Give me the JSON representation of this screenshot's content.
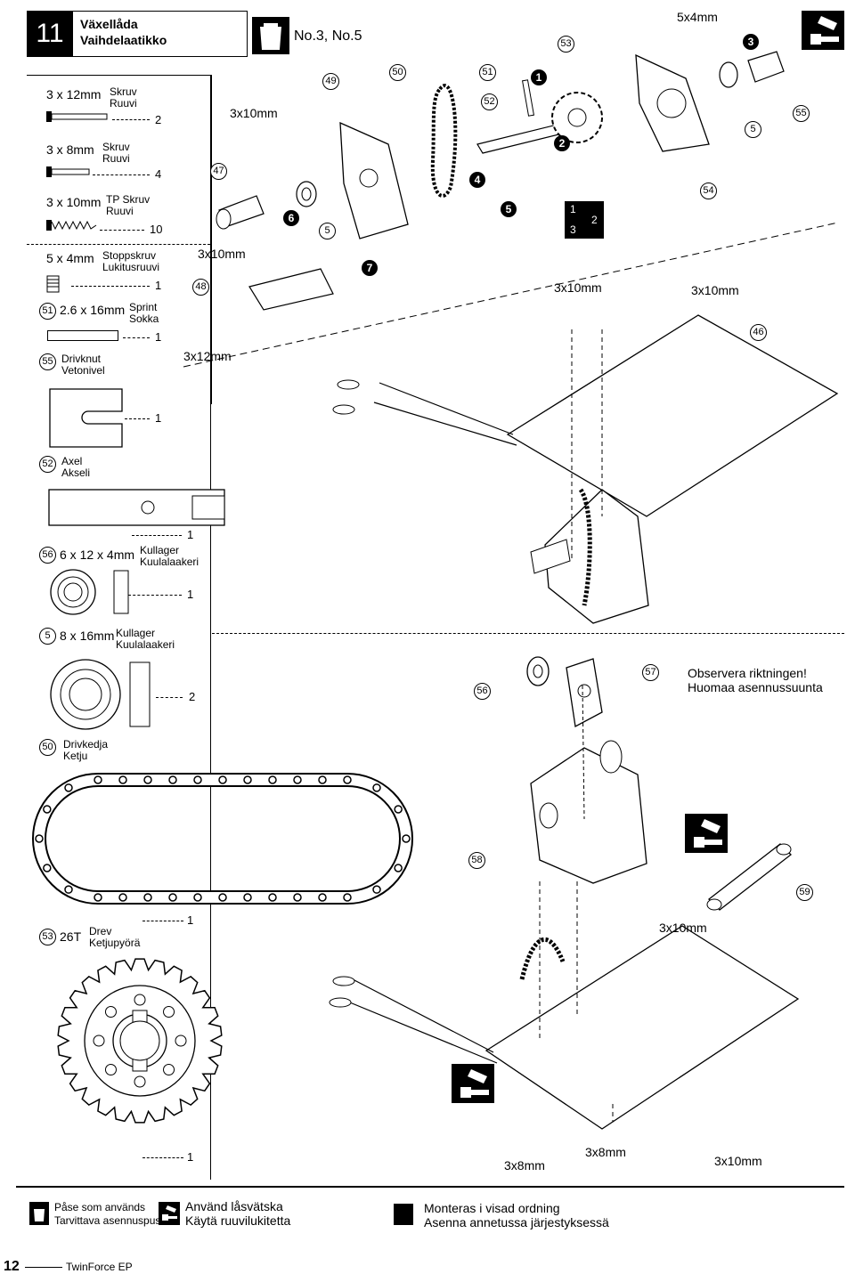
{
  "step": {
    "number": "11",
    "title_sv": "Växellåda",
    "title_fi": "Vaihdelaatikko",
    "bag_label": "No.3, No.5",
    "top_screw_label": "5x4mm"
  },
  "parts": {
    "screw_3x12": {
      "size": "3 x 12mm",
      "name_sv": "Skruv",
      "name_fi": "Ruuvi",
      "qty": "2"
    },
    "screw_3x8": {
      "size": "3 x 8mm",
      "name_sv": "Skruv",
      "name_fi": "Ruuvi",
      "qty": "4"
    },
    "tp_screw_3x10": {
      "size": "3 x 10mm",
      "name_sv": "TP Skruv",
      "name_fi": "Ruuvi",
      "qty": "10"
    },
    "set_screw_5x4": {
      "size": "5 x 4mm",
      "name_sv": "Stoppskruv",
      "name_fi": "Lukitusruuvi",
      "qty": "1"
    },
    "pin": {
      "num": "51",
      "size": "2.6 x 16mm",
      "name_sv": "Sprint",
      "name_fi": "Sokka",
      "qty": "1"
    },
    "drive_cup": {
      "num": "55",
      "name_sv": "Drivknut",
      "name_fi": "Vetonivel",
      "qty": "1"
    },
    "axle": {
      "num": "52",
      "name_sv": "Axel",
      "name_fi": "Akseli",
      "qty": "1"
    },
    "bearing_6": {
      "num": "56",
      "size": "6 x 12 x 4mm",
      "name_sv": "Kullager",
      "name_fi": "Kuulalaakeri",
      "qty": "1"
    },
    "bearing_8": {
      "num": "5",
      "size": "8 x 16mm",
      "name_sv": "Kullager",
      "name_fi": "Kuulalaakeri",
      "qty": "2"
    },
    "chain": {
      "num": "50",
      "name_sv": "Drivkedja",
      "name_fi": "Ketju"
    },
    "sprocket": {
      "num": "53",
      "teeth": "26T",
      "name_sv": "Drev",
      "name_fi": "Ketjupyörä",
      "qty": "1"
    }
  },
  "diagram_labels": {
    "l_3x10_a": "3x10mm",
    "l_3x10_b": "3x10mm",
    "l_3x12": "3x12mm",
    "l_3x10_c": "3x10mm",
    "l_3x10_d": "3x10mm",
    "l_3x10_e": "3x10mm",
    "l_3x8_a": "3x8mm",
    "l_3x8_b": "3x8mm",
    "l_3x10_f": "3x10mm",
    "n47": "47",
    "n48": "48",
    "n49": "49",
    "n50": "50",
    "n51": "51",
    "n52": "52",
    "n53": "53",
    "n54": "54",
    "n55": "55",
    "n46": "46",
    "n56": "56",
    "n57": "57",
    "n58": "58",
    "n59": "59",
    "n5a": "5",
    "n5b": "5",
    "b1": "1",
    "b2": "2",
    "b3": "3",
    "b4": "4",
    "b5": "5",
    "b6": "6",
    "b7": "7",
    "seq1": "1",
    "seq2": "2",
    "seq3": "3",
    "note_sv": "Observera riktningen!",
    "note_fi": "Huomaa asennussuunta"
  },
  "legend": {
    "bag_sv": "Påse som används",
    "bag_fi": "Tarvittava asennuspussi",
    "lock_sv": "Använd låsvätska",
    "lock_fi": "Käytä ruuvilukitetta",
    "order_sv": "Monteras i visad ordning",
    "order_fi": "Asenna annetussa järjestyksessä"
  },
  "footer": {
    "page": "12",
    "product": "TwinForce EP"
  }
}
